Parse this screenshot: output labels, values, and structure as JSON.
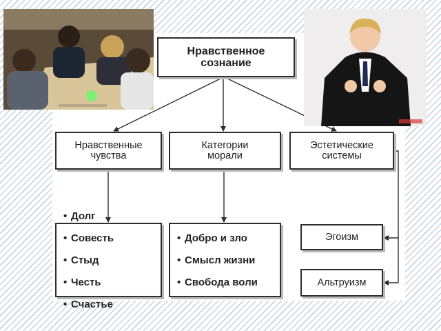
{
  "diagram": {
    "root": {
      "label": "Нравственное\nсознание"
    },
    "level1": [
      {
        "id": "feelings",
        "label": "Нравственные\nчувства"
      },
      {
        "id": "categories",
        "label": "Категории\nморали"
      },
      {
        "id": "aesthetic",
        "label": "Эстетические\nсистемы"
      }
    ],
    "feelings_list": [
      "Долг",
      "Совесть",
      "Стыд",
      "Честь",
      "Счастье"
    ],
    "categories_list": [
      "Добро и зло",
      "Смысл жизни",
      "Свобода воли"
    ],
    "systems": [
      {
        "id": "egoism",
        "label": "Эгоизм"
      },
      {
        "id": "altruism",
        "label": "Альтруизм"
      }
    ]
  },
  "colors": {
    "line": "#2d2d2d",
    "box_border": "#2d2d2d",
    "stripe": "#c9d3df"
  },
  "images": [
    {
      "id": "students",
      "depicts": "students-working-at-desk"
    },
    {
      "id": "boy",
      "depicts": "boy-in-black-suit"
    }
  ]
}
